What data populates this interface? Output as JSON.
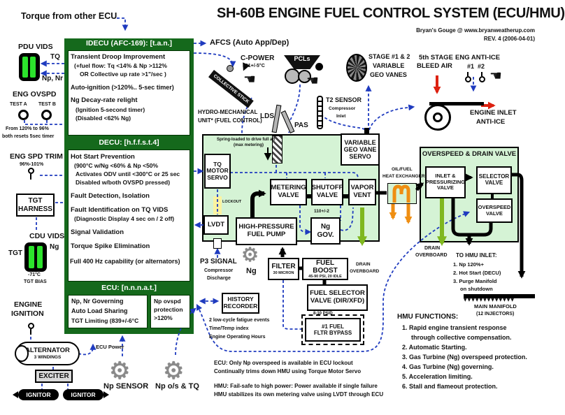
{
  "header": {
    "title": "SH-60B ENGINE FUEL CONTROL SYSTEM (ECU/HMU)",
    "credit": "Bryan's Gouge @ www.bryanweatherup.com",
    "revision": "REV. 4 (2006-04-01)",
    "torque_note": "Torque from other ECU"
  },
  "left": {
    "pdu_vids": "PDU VIDS",
    "tq": "TQ",
    "np_nr": "Np, Nr",
    "eng_ovspd": "ENG OVSPD",
    "test_a": "TEST A",
    "test_b": "TEST B",
    "ovspd_note1": "From 120% to 96%",
    "ovspd_note2": "both resets 5sec timer",
    "eng_spd_trim": "ENG SPD TRIM",
    "trim_range": "96%-101%",
    "tgt_harness": [
      "TGT",
      "HARNESS"
    ],
    "cdu_vids": "CDU VIDS",
    "tgt": "TGT",
    "ng": "Ng",
    "bias_temp": "-71°C",
    "tgt_bias": "TGT BIAS",
    "engine_ignition": [
      "ENGINE",
      "IGNITION"
    ],
    "alternator": "ALTERNATOR",
    "windings": "3 WINDINGS",
    "ecu_power": "ECU Power",
    "exciter": "EXCITER",
    "ignitor_l": "IGNITOR",
    "ignitor_r": "IGNITOR",
    "np_sensor": "Np SENSOR",
    "np_os_tq": "Np o/s & TQ"
  },
  "idecu": {
    "header": "IDECU (AFC-169): [t.a.n.]",
    "l": [
      "Transient Droop Improvement",
      "(+fuel flow: Tq <14% & Np >112%",
      "OR Collective up rate >1\"/sec )",
      "Auto-ignition (>120%.. 5-sec timer)",
      "Ng Decay-rate relight",
      "(Ignition 5-second timer)",
      "(Disabled <62% Ng)"
    ]
  },
  "decu": {
    "header": "DECU: [h.f.f.s.t.4]",
    "l": [
      "Hot Start Prevention",
      "(900°C w/Ng <60% & Np <50%",
      "Activates ODV until <300°C or 25 sec",
      "Disabled w/both OVSPD pressed)",
      "Fault Detection, Isolation",
      "Fault Identification on TQ VIDS",
      "(Diagnostic Display 4 sec on / 2 off)",
      "Signal Validation",
      "Torque Spike Elimination",
      "Full 400 Hz capability (or alternators)"
    ]
  },
  "ecu": {
    "header": "ECU: [n.n.n.a.t.]",
    "left": [
      "Np, Nr Governing",
      "Auto Load Sharing",
      "TGT Limiting (839+/-6°C"
    ],
    "right": [
      "Np ovspd",
      "protection",
      ">120%"
    ]
  },
  "top": {
    "afcs": "AFCS (Auto App/Dep)",
    "c_power": "C-POWER",
    "c_power_val": "891+/-5°C",
    "collective_stick": "COLLECTIVE STICK",
    "pcls": "PCLs",
    "t2": [
      "T2 SENSOR",
      "Compressor",
      "Inlet"
    ],
    "hydro": [
      "HYDRO-MECHANICAL",
      "UNIT* (FUEL CONTROL)"
    ],
    "lds": "LDS",
    "pas": "PAS",
    "stage": [
      "STAGE #1 & 2",
      "VARIABLE",
      "GEO VANES"
    ],
    "bleed": [
      "5th STAGE",
      "BLEED AIR"
    ],
    "anti_ice": [
      "ENG ANTI-ICE",
      "#1  #2"
    ],
    "inlet": [
      "ENGINE INLET",
      "ANTI-ICE"
    ]
  },
  "hmu": {
    "spring": [
      "Spring-loaded to drive full aft",
      "(max metering)"
    ],
    "tqms": [
      "TQ",
      "MOTOR",
      "SERVO"
    ],
    "lockout": "LOCKOUT",
    "lvdt": "LVDT",
    "pump": [
      "HIGH-PRESSURE",
      "FUEL PUMP"
    ],
    "metering": [
      "METERING",
      "VALVE"
    ],
    "shutoff": [
      "SHUTOFF",
      "VALVE"
    ],
    "vapor": [
      "VAPOR",
      "VENT"
    ],
    "gov_val": "110+/-2",
    "gov": [
      "Ng",
      "GOV."
    ],
    "vgv": [
      "VARIABLE",
      "GEO VANE",
      "SERVO"
    ],
    "hx": [
      "OIL/FUEL",
      "HEAT EXCHANGER"
    ],
    "drain": [
      "DRAIN",
      "OVERBOARD"
    ],
    "p3": [
      "P3 SIGNAL",
      "Compressor",
      "Discharge"
    ],
    "ng": "Ng",
    "filter": [
      "FILTER",
      "30 MICRON"
    ],
    "boost": [
      "FUEL BOOST",
      "45-90 PSI, 20 IDLE"
    ],
    "selector": [
      "FUEL SELECTOR",
      "VALVE (DIR/XFD)"
    ],
    "psid": "8-10 PSID",
    "bypass": [
      "#1 FUEL",
      "FLTR BYPASS"
    ],
    "history": [
      "HISTORY",
      "RECORDER"
    ],
    "history_notes": [
      "2 low-cycle fatigue events",
      "Time/Temp index",
      "Engine Operating Hours"
    ]
  },
  "odv": {
    "header": "OVERSPEED & DRAIN VALVE",
    "inlet": [
      "INLET &",
      "PRESSURIZING",
      "VALVE"
    ],
    "selector": [
      "SELECTOR",
      "VALVE"
    ],
    "overspeed": [
      "OVERSPEED",
      "VALVE"
    ],
    "drain": [
      "DRAIN",
      "OVERBOARD"
    ],
    "to_hmu": [
      "TO HMU INLET:",
      "1. Np 120%+",
      "2. Hot Start (DECU)",
      "3. Purge Manifold",
      "on shutdown"
    ],
    "manifold": [
      "MAIN MANIFOLD",
      "(12 INJECTORS)"
    ]
  },
  "functions": {
    "title": "HMU FUNCTIONS:",
    "items": [
      "1. Rapid engine transient response",
      "through collective compensation.",
      "2. Automatic Starting.",
      "3. Gas Turbine (Ng) overspeed protection.",
      "4. Gas Turbine (Ng) governing.",
      "5. Acceleration limiting.",
      "6. Stall and flameout protection."
    ]
  },
  "notes": {
    "ecu1": "ECU: Only Np overspeed is available in ECU lockout",
    "ecu2": "Continually trims down HMU using Torque Motor Servo",
    "hmu1": "HMU: Fail-safe to high power: Power available if single failure",
    "hmu2": "HMU stabilizes its own metering valve using LVDT through ECU"
  },
  "icons": {
    "hand": "☚",
    "gear": "⚙",
    "manifold_teeth": "▼▼▼▼▼▼▼▼▼▼▼▼▼"
  },
  "colors": {
    "dark_green": "#15691c",
    "light_green": "#d5f3d5",
    "wire_blue": "#1f3bbf",
    "red": "#dd2211",
    "drain_green": "#7fb71f",
    "orange": "#ef8e12",
    "bar_green": "#2ce32c"
  }
}
